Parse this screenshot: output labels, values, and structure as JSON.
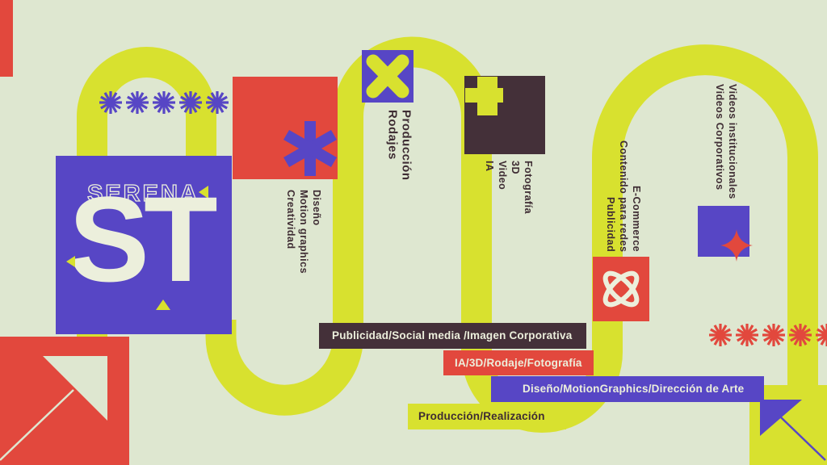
{
  "meta": {
    "title": "Serena ST studio services graphic"
  },
  "palette": {
    "background": "#dee7d0",
    "yellow": "#d8e12f",
    "purple": "#5746c5",
    "red": "#e2483d",
    "dark_brown": "#443039",
    "cream": "#ecefdc",
    "text_dark": "#3e2c33"
  },
  "logo": {
    "brand": "SERENA",
    "initials": "ST"
  },
  "vertical_labels": [
    {
      "id": "diseno",
      "lines": [
        "Diseño",
        "Motion graphics",
        "Creatividad"
      ]
    },
    {
      "id": "produccion",
      "lines": [
        "Producción",
        "Rodajes"
      ]
    },
    {
      "id": "fotografia",
      "lines": [
        "Fotografía",
        "3D",
        "Video",
        "IA"
      ]
    },
    {
      "id": "publicidad",
      "lines": [
        "Publicidad",
        "Contenido para redes",
        "E-Commerce"
      ]
    },
    {
      "id": "videos",
      "lines": [
        "Videos Corporativos",
        "Videos institucionales"
      ]
    }
  ],
  "banners": [
    {
      "id": "banner-publicidad",
      "text": "Publicidad/Social media /Imagen Corporativa",
      "color": "#443039"
    },
    {
      "id": "banner-ia",
      "text": "IA/3D/Rodaje/Fotografía",
      "color": "#e2483d"
    },
    {
      "id": "banner-diseno",
      "text": "Diseño/MotionGraphics/Dirección de Arte",
      "color": "#5746c5"
    },
    {
      "id": "banner-produccion",
      "text": "Producción/Realización",
      "color": "#d8e12f"
    }
  ],
  "icons": {
    "x_icon": "x-cross",
    "plus_icon": "plus",
    "asterisk6_icon": "asterisk-6-arm",
    "starburst_icon": "starburst-12-ray",
    "atom_icon": "atom-orbits",
    "sparkle_icon": "four-point-star",
    "corner_arrow_icon": "diagonal-corner-arrow",
    "triangle_icon": "small-triangle"
  },
  "decor": {
    "purple_starburst_count": 5,
    "red_starburst_count": 5
  }
}
